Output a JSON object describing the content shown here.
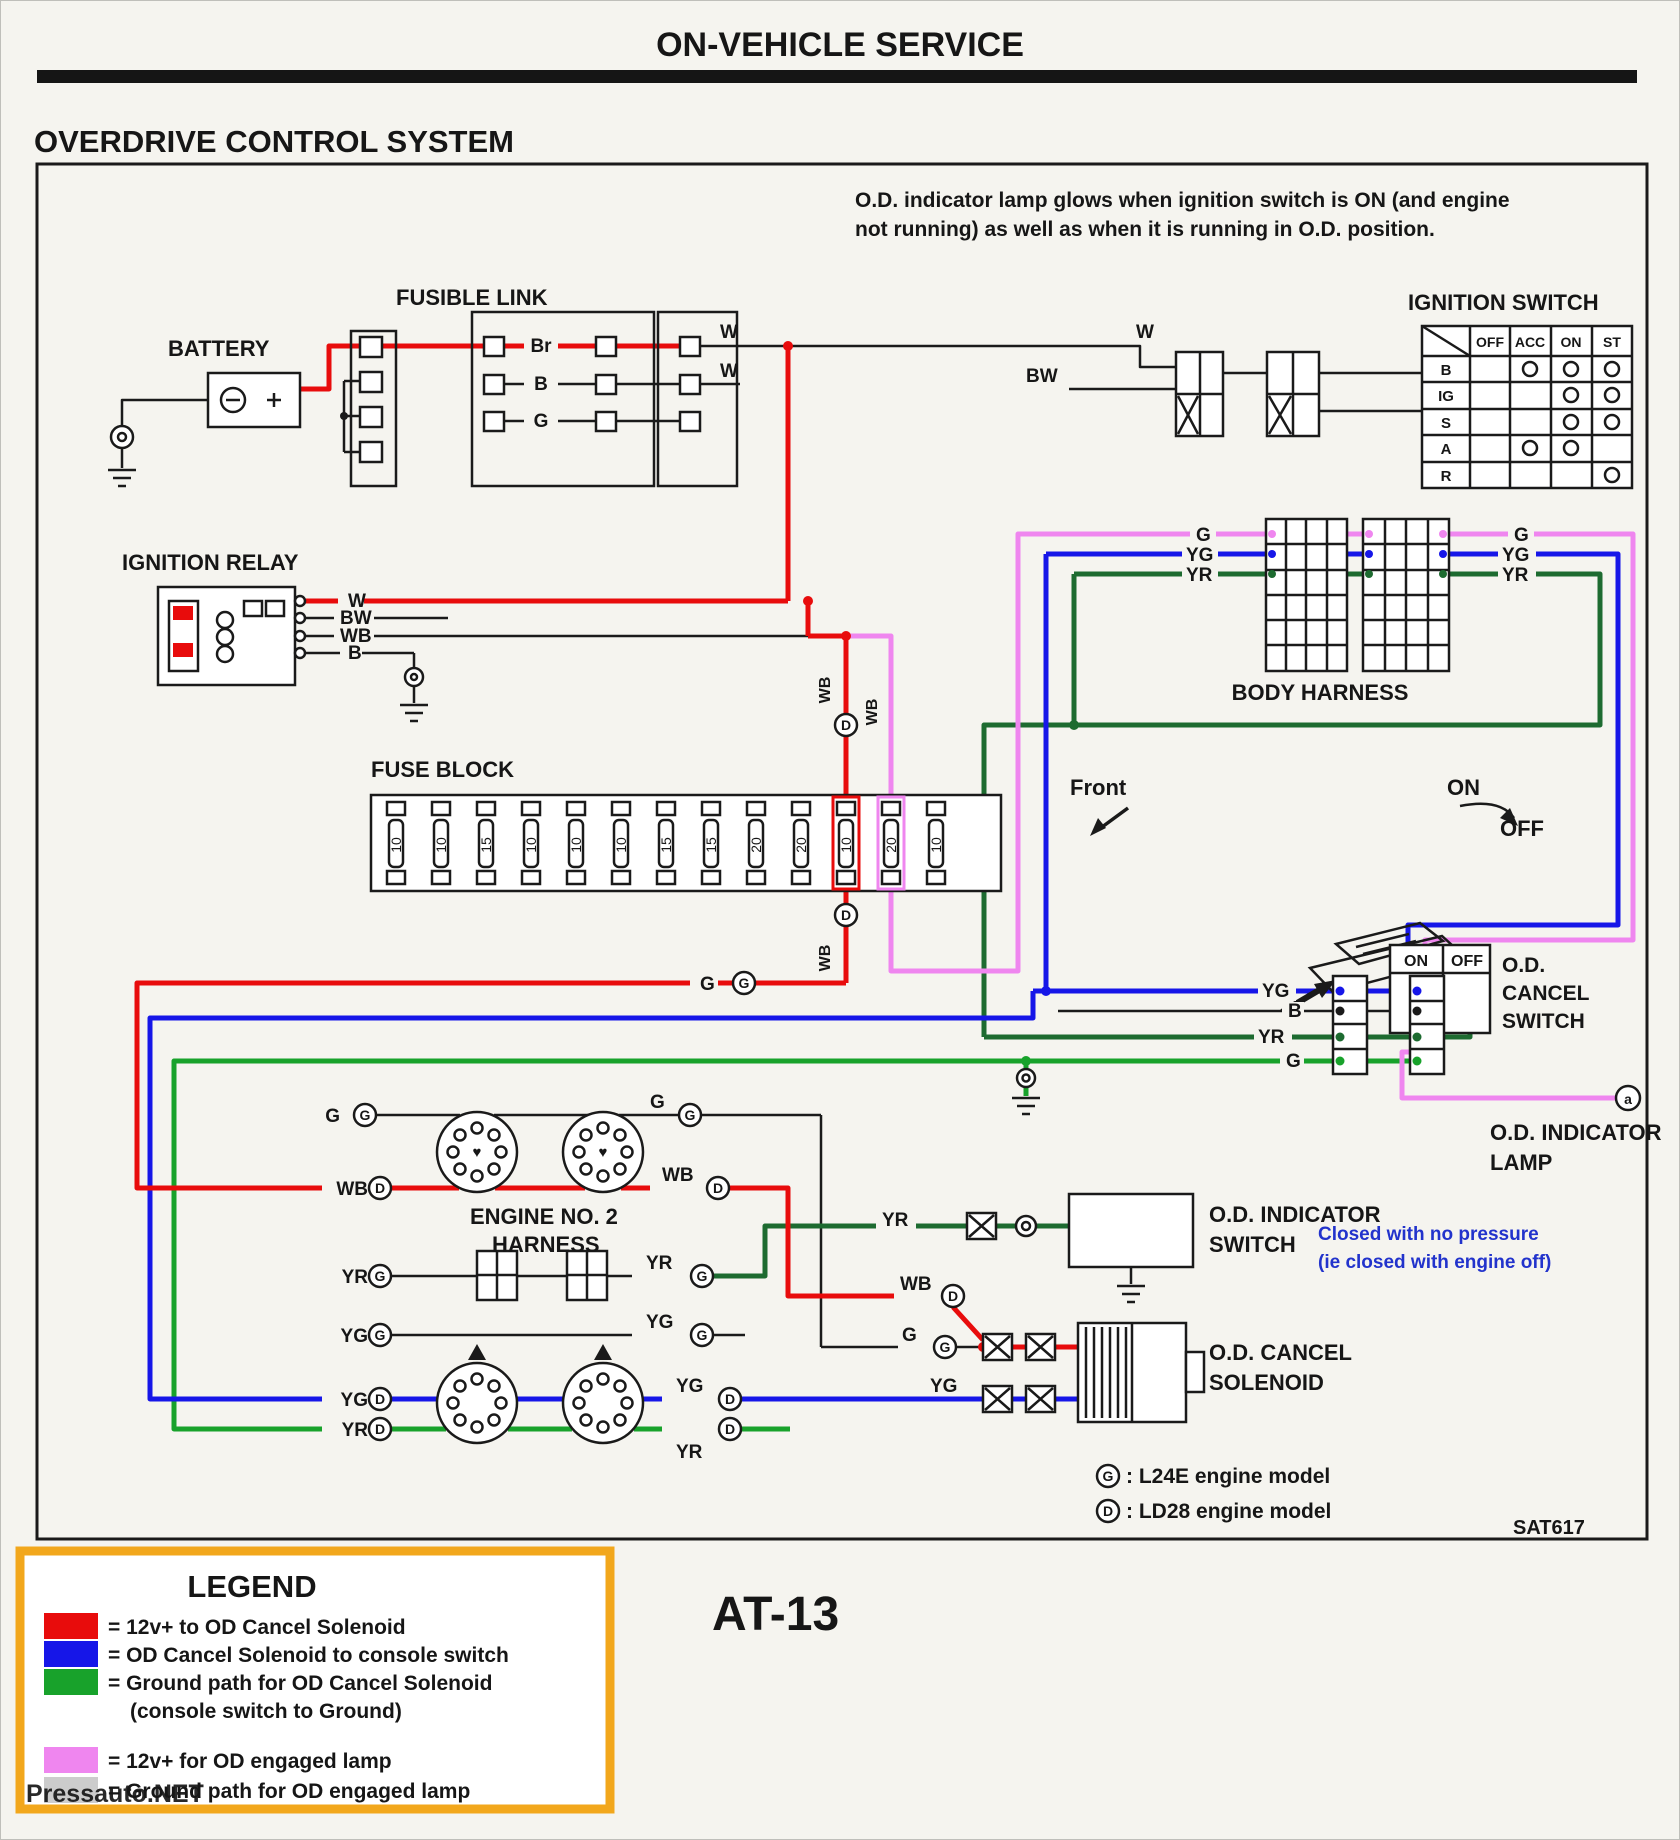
{
  "page": {
    "header_title": "ON-VEHICLE SERVICE",
    "section_title": "OVERDRIVE CONTROL SYSTEM",
    "note_line1": "O.D. indicator lamp glows when ignition switch is ON (and engine",
    "note_line2": "not running) as well as when it is running in O.D. position.",
    "page_number": "AT-13",
    "figure_code": "SAT617",
    "watermark": "Pressauto.NET"
  },
  "components": {
    "battery": "BATTERY",
    "fusible_link": "FUSIBLE LINK",
    "ignition_switch": "IGNITION SWITCH",
    "ignition_relay": "IGNITION RELAY",
    "fuse_block": "FUSE BLOCK",
    "body_harness": "BODY HARNESS",
    "engine_harness_1": "ENGINE NO. 2",
    "engine_harness_2": "HARNESS",
    "cancel_switch_1": "O.D.",
    "cancel_switch_2": "CANCEL",
    "cancel_switch_3": "SWITCH",
    "indicator_lamp_1": "O.D. INDICATOR",
    "indicator_lamp_2": "LAMP",
    "indicator_switch_1": "O.D. INDICATOR",
    "indicator_switch_2": "SWITCH",
    "cancel_solenoid_1": "O.D. CANCEL",
    "cancel_solenoid_2": "SOLENOID"
  },
  "ignition_switch_table": {
    "columns": [
      "OFF",
      "ACC",
      "ON",
      "ST"
    ],
    "rows": [
      "B",
      "IG",
      "S",
      "A",
      "R"
    ]
  },
  "fusible_link_rows": [
    "Br",
    "B",
    "G"
  ],
  "fuse_values": [
    "10",
    "10",
    "15",
    "10",
    "10",
    "10",
    "15",
    "15",
    "20",
    "20",
    "10",
    "20",
    "10"
  ],
  "switch_illustration": {
    "front": "Front",
    "on": "ON",
    "off": "OFF"
  },
  "cancel_switch_table": {
    "on": "ON",
    "off": "OFF"
  },
  "wire": {
    "w": "W",
    "bw": "BW",
    "wb": "WB",
    "b": "B",
    "g": "G",
    "yg": "YG",
    "yr": "YR",
    "circ_g": "G",
    "circ_d": "D",
    "circ_a": "a",
    "heart": "♥"
  },
  "notes": {
    "pressure_1": "Closed with no pressure",
    "pressure_2": "(ie closed with engine off)",
    "model_g": ": L24E engine model",
    "model_d": ": LD28 engine model"
  },
  "legend": {
    "title": "LEGEND",
    "items": [
      {
        "color": "#e80c0c",
        "text_color": "#e80c0c",
        "text": "= 12v+ to OD Cancel Solenoid"
      },
      {
        "color": "#1616e8",
        "text_color": "#1616e8",
        "text": "= OD Cancel Solenoid to console switch"
      },
      {
        "color": "#18a22b",
        "text_color": "#18a22b",
        "text": "= Ground path for OD Cancel Solenoid"
      },
      {
        "color": "#18a22b",
        "text_color": "#18a22b",
        "text": "(console switch to Ground)"
      },
      {
        "color": "#ef86ef",
        "text_color": "#d94fd9",
        "text": "= 12v+ for OD engaged lamp"
      },
      {
        "color": "#cccccc",
        "text_color": "#2a2a2a",
        "text": "= Ground path for OD engaged lamp"
      }
    ]
  }
}
